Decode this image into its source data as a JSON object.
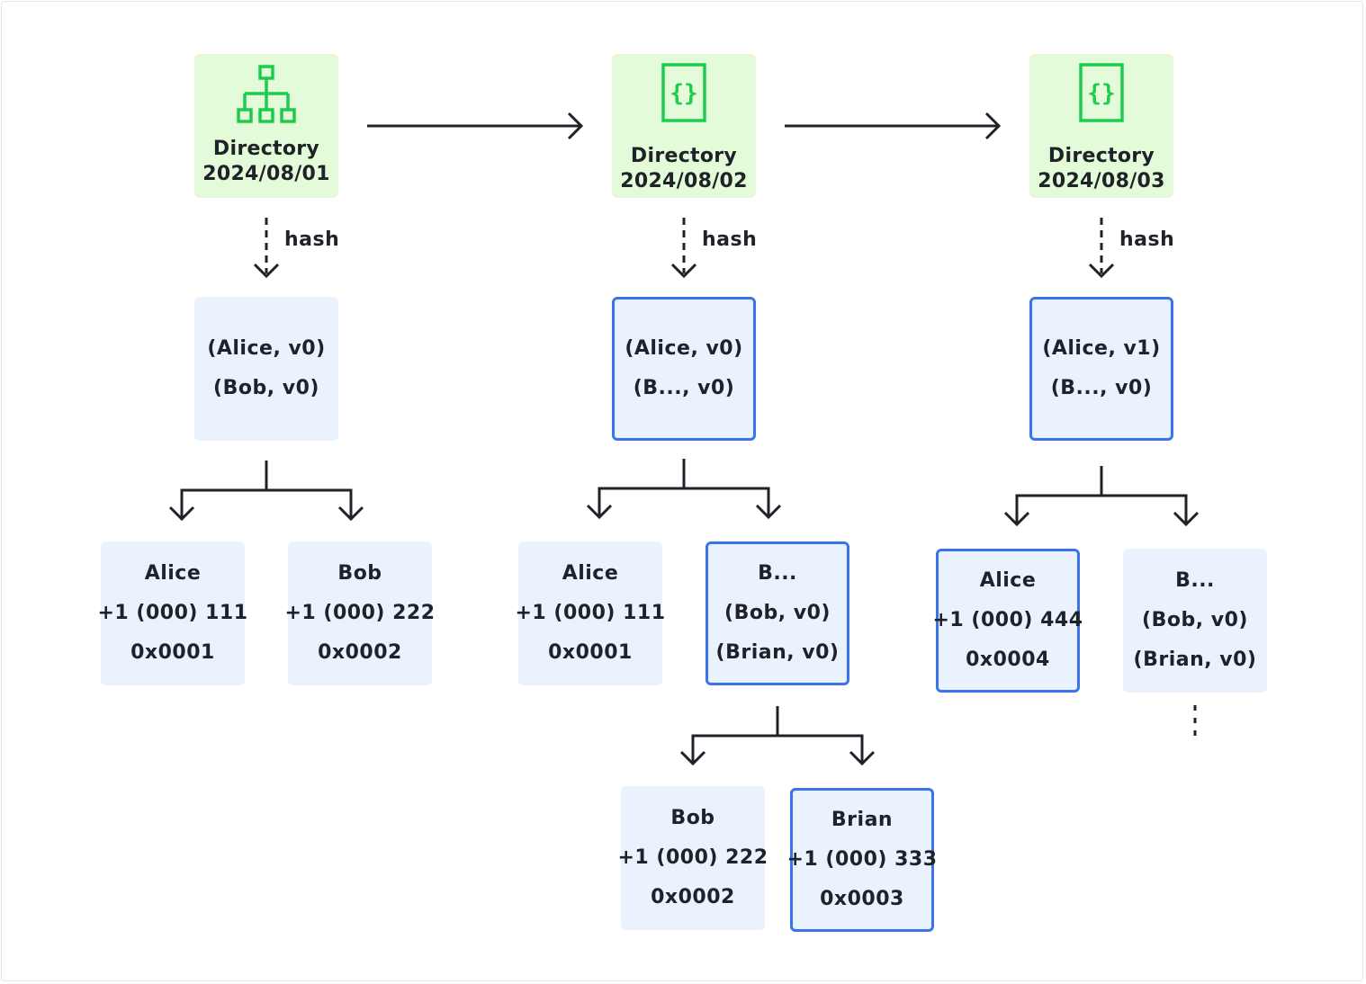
{
  "colors": {
    "dir_fill": "#e3fbd8",
    "dir_icon": "#1fcb4f",
    "node_fill": "#eaf2fd",
    "highlight": "#3b74ea",
    "line": "#1f2329"
  },
  "directories": [
    {
      "icon": "sitemap-icon",
      "title": "Directory",
      "date": "2024/08/01",
      "hash_label": "hash"
    },
    {
      "icon": "code-file-icon",
      "title": "Directory",
      "date": "2024/08/02",
      "hash_label": "hash"
    },
    {
      "icon": "code-file-icon",
      "title": "Directory",
      "date": "2024/08/03",
      "hash_label": "hash"
    }
  ],
  "roots": [
    {
      "lines": [
        "(Alice, v0)",
        "(Bob, v0)"
      ],
      "highlighted": false
    },
    {
      "lines": [
        "(Alice, v0)",
        "(B..., v0)"
      ],
      "highlighted": true
    },
    {
      "lines": [
        "(Alice, v1)",
        "(B..., v0)"
      ],
      "highlighted": true
    }
  ],
  "leaves": [
    {
      "lines": [
        "Alice",
        "+1 (000) 111",
        "0x0001"
      ],
      "highlighted": false
    },
    {
      "lines": [
        "Bob",
        "+1 (000) 222",
        "0x0002"
      ],
      "highlighted": false
    },
    {
      "lines": [
        "Alice",
        "+1 (000) 111",
        "0x0001"
      ],
      "highlighted": false
    },
    {
      "lines": [
        "B...",
        "(Bob, v0)",
        "(Brian, v0)"
      ],
      "highlighted": true
    },
    {
      "lines": [
        "Alice",
        "+1 (000) 444",
        "0x0004"
      ],
      "highlighted": true
    },
    {
      "lines": [
        "B...",
        "(Bob, v0)",
        "(Brian, v0)"
      ],
      "highlighted": false
    },
    {
      "lines": [
        "Bob",
        "+1 (000) 222",
        "0x0002"
      ],
      "highlighted": false
    },
    {
      "lines": [
        "Brian",
        "+1 (000) 333",
        "0x0003"
      ],
      "highlighted": true
    }
  ]
}
